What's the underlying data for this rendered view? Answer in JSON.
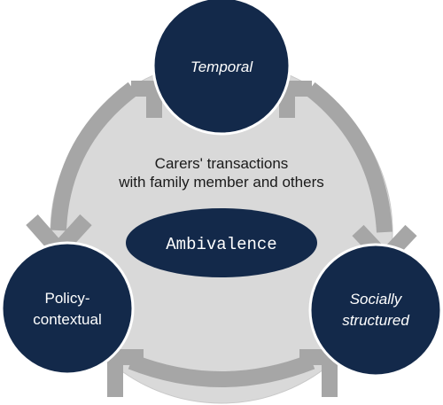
{
  "diagram": {
    "center_text": {
      "line1": "Carers' transactions",
      "line2": "with family member and others"
    },
    "core": "Ambivalence",
    "nodes": {
      "temporal": "Temporal",
      "policy": {
        "line1": "Policy-",
        "line2": "contextual"
      },
      "social": {
        "line1": "Socially",
        "line2": "structured"
      }
    },
    "colors": {
      "node_fill": "#13294a",
      "background_circle": "#d9d9d9",
      "arrow": "#a6a6a6",
      "outline": "#ffffff"
    }
  }
}
